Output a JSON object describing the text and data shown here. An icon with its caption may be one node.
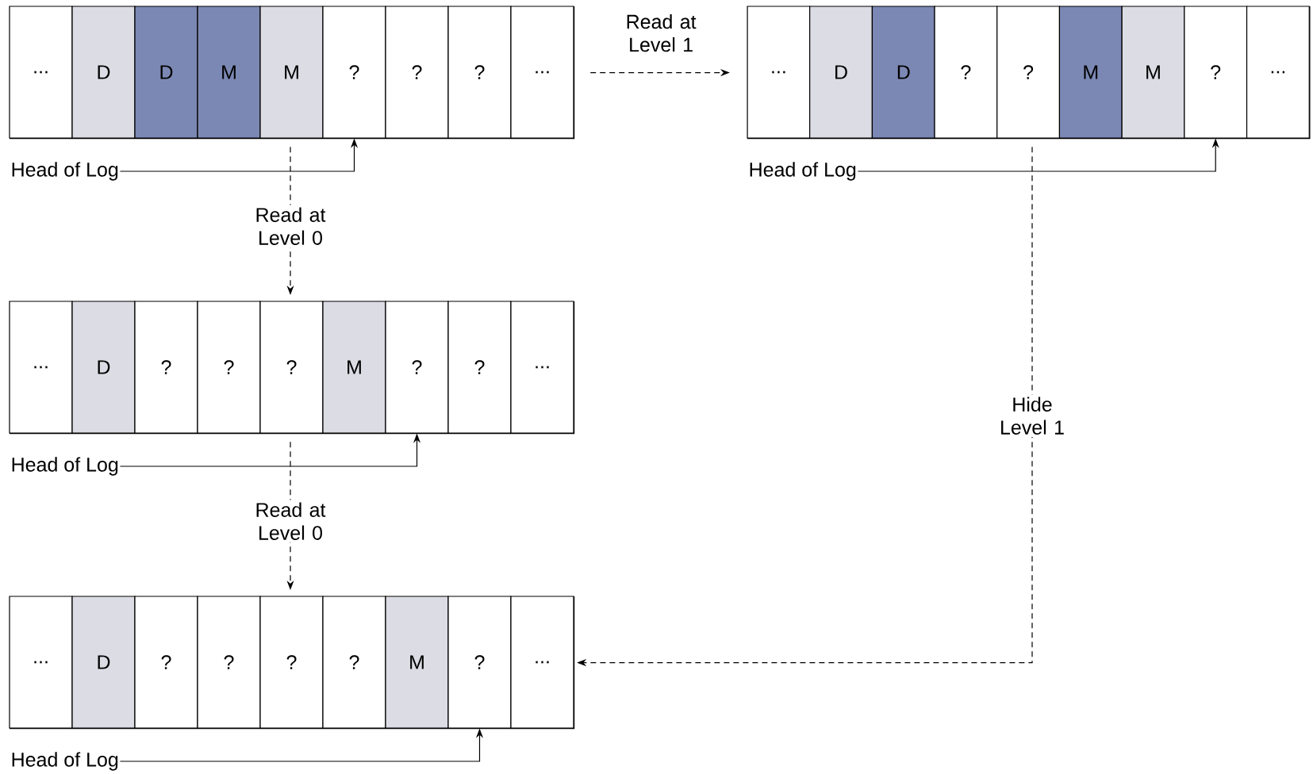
{
  "diagram": {
    "nodes": [
      {
        "text": [],
        "shape": "box"
      },
      {
        "text": [
          "..."
        ],
        "in": 0
      },
      {
        "text": [
          "D"
        ],
        "in": 0
      },
      {
        "text": [
          "D"
        ],
        "in": 0
      },
      {
        "text": [
          "M"
        ],
        "in": 0
      },
      {
        "text": [
          "M"
        ],
        "in": 0
      },
      {
        "text": [
          "?"
        ],
        "in": 0
      },
      {
        "text": [
          "?"
        ],
        "in": 0
      },
      {
        "text": [
          "?"
        ],
        "in": 0
      },
      {
        "text": [
          "..."
        ],
        "in": 0
      },
      {
        "text": [
          "Head of Log"
        ]
      },
      {
        "text": [],
        "shape": "box"
      },
      {
        "text": [
          "..."
        ],
        "in": 11
      },
      {
        "text": [
          "D"
        ],
        "in": 11
      },
      {
        "text": [
          "D"
        ],
        "in": 11
      },
      {
        "text": [
          "?"
        ],
        "in": 11
      },
      {
        "text": [
          "?"
        ],
        "in": 11
      },
      {
        "text": [
          "M"
        ],
        "in": 11
      },
      {
        "text": [
          "M"
        ],
        "in": 11
      },
      {
        "text": [
          "?"
        ],
        "in": 11
      },
      {
        "text": [
          "..."
        ],
        "in": 11
      },
      {
        "text": [
          "Head of Log"
        ]
      },
      {
        "text": [],
        "shape": "box"
      },
      {
        "text": [
          "..."
        ],
        "in": 22
      },
      {
        "text": [
          "D"
        ],
        "in": 22
      },
      {
        "text": [
          "?"
        ],
        "in": 22
      },
      {
        "text": [
          "?"
        ],
        "in": 22
      },
      {
        "text": [
          "?"
        ],
        "in": 22
      },
      {
        "text": [
          "M"
        ],
        "in": 22
      },
      {
        "text": [
          "?"
        ],
        "in": 22
      },
      {
        "text": [
          "?"
        ],
        "in": 22
      },
      {
        "text": [
          "..."
        ],
        "in": 22
      },
      {
        "text": [
          "Head of Log"
        ]
      },
      {
        "text": [],
        "shape": "box"
      },
      {
        "text": [
          "..."
        ],
        "in": 33
      },
      {
        "text": [
          "D"
        ],
        "in": 33
      },
      {
        "text": [
          "?"
        ],
        "in": 33
      },
      {
        "text": [
          "?"
        ],
        "in": 33
      },
      {
        "text": [
          "?"
        ],
        "in": 33
      },
      {
        "text": [
          "?"
        ],
        "in": 33
      },
      {
        "text": [
          "M"
        ],
        "in": 33
      },
      {
        "text": [
          "?"
        ],
        "in": 33
      },
      {
        "text": [
          "..."
        ],
        "in": 33
      },
      {
        "text": [
          "Head of Log"
        ]
      }
    ],
    "edges": [
      {
        "from": 0,
        "to": 11,
        "arrow": "to",
        "style": "dashed",
        "label": "Read at Level 1"
      },
      {
        "from": 0,
        "to": 22,
        "arrow": "to",
        "style": "dashed",
        "label": "Read at Level 0"
      },
      {
        "from": 22,
        "to": 33,
        "arrow": "to",
        "style": "dashed",
        "label": "Read at Level 0"
      },
      {
        "from": 11,
        "to": 33,
        "arrow": "to",
        "style": "dashed",
        "label": "Hide Level 1"
      },
      {
        "from": 10,
        "to": 6,
        "arrow": "to"
      },
      {
        "from": 21,
        "to": 19,
        "arrow": "to"
      },
      {
        "from": 32,
        "to": 29,
        "arrow": "to"
      },
      {
        "from": 43,
        "to": 41,
        "arrow": "to"
      }
    ]
  }
}
